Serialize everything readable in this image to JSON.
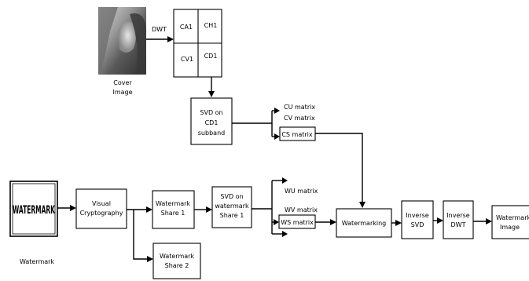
{
  "cover": {
    "caption_1": "Cover",
    "caption_2": "Image"
  },
  "dwt_label": "DWT",
  "subbands": {
    "ca1": "CA1",
    "ch1": "CH1",
    "cv1": "CV1",
    "cd1": "CD1"
  },
  "svd_cd1": [
    "SVD on",
    "CD1",
    "subband"
  ],
  "cover_matrices": {
    "cu": "CU matrix",
    "cv": "CV matrix",
    "cs": "CS matrix"
  },
  "watermark": {
    "image_text": "WATERMARK",
    "caption": "Watermark"
  },
  "visual_cryptography": [
    "Visual",
    "Cryptography"
  ],
  "share1": [
    "Watermark",
    "Share 1"
  ],
  "share2": [
    "Watermark",
    "Share 2"
  ],
  "svd_watermark": [
    "SVD on",
    "watermark",
    "Share 1"
  ],
  "watermark_matrices": {
    "wu": "WU matrix",
    "wv": "WV matrix",
    "ws": "WS matrix"
  },
  "watermarking": "Watermarking",
  "inverse_svd": [
    "Inverse",
    "SVD"
  ],
  "inverse_dwt": [
    "Inverse",
    "DWT"
  ],
  "watermarked": [
    "Watermarked",
    "Image"
  ],
  "colors": {
    "stroke": "#000000",
    "photo_tint": "#8c8c8c"
  }
}
